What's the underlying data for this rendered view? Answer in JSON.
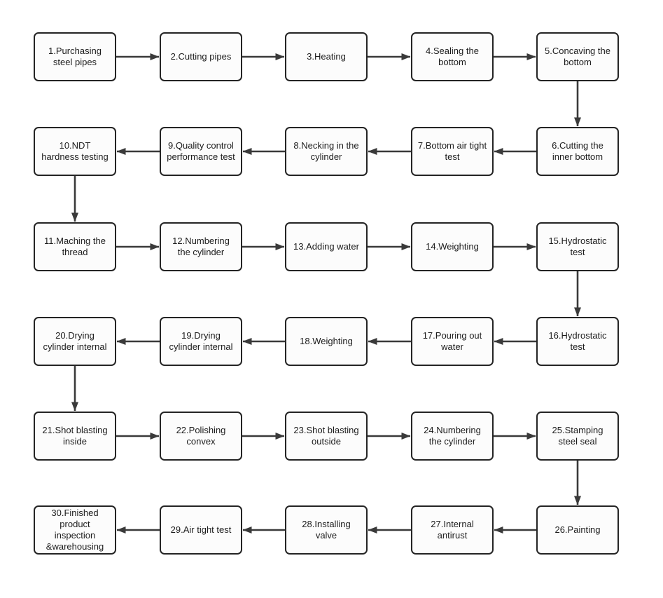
{
  "diagram": {
    "type": "flowchart",
    "description": "Gas cylinder manufacturing process flow, 30 steps in serpentine layout",
    "style": {
      "background_color": "#ffffff",
      "node_fill_color": "#fcfcfc",
      "node_border_color": "#242424",
      "arrow_color": "#3a3a3a",
      "text_color": "#1c1c1c"
    },
    "nodes": [
      {
        "id": 1,
        "label": "1.Purchasing\nsteel pipes",
        "row": 0,
        "col": 0
      },
      {
        "id": 2,
        "label": "2.Cutting pipes",
        "row": 0,
        "col": 1
      },
      {
        "id": 3,
        "label": "3.Heating",
        "row": 0,
        "col": 2
      },
      {
        "id": 4,
        "label": "4.Sealing the\nbottom",
        "row": 0,
        "col": 3
      },
      {
        "id": 5,
        "label": "5.Concaving the\nbottom",
        "row": 0,
        "col": 4
      },
      {
        "id": 6,
        "label": "6.Cutting the\ninner bottom",
        "row": 1,
        "col": 4
      },
      {
        "id": 7,
        "label": "7.Bottom air tight\ntest",
        "row": 1,
        "col": 3
      },
      {
        "id": 8,
        "label": "8.Necking in the\ncylinder",
        "row": 1,
        "col": 2
      },
      {
        "id": 9,
        "label": "9.Quality control\nperformance test",
        "row": 1,
        "col": 1
      },
      {
        "id": 10,
        "label": "10.NDT\nhardness testing",
        "row": 1,
        "col": 0
      },
      {
        "id": 11,
        "label": "11.Maching the\nthread",
        "row": 2,
        "col": 0
      },
      {
        "id": 12,
        "label": "12.Numbering\nthe cylinder",
        "row": 2,
        "col": 1
      },
      {
        "id": 13,
        "label": "13.Adding water",
        "row": 2,
        "col": 2
      },
      {
        "id": 14,
        "label": "14.Weighting",
        "row": 2,
        "col": 3
      },
      {
        "id": 15,
        "label": "15.Hydrostatic\ntest",
        "row": 2,
        "col": 4
      },
      {
        "id": 16,
        "label": "16.Hydrostatic\ntest",
        "row": 3,
        "col": 4
      },
      {
        "id": 17,
        "label": "17.Pouring out\nwater",
        "row": 3,
        "col": 3
      },
      {
        "id": 18,
        "label": "18.Weighting",
        "row": 3,
        "col": 2
      },
      {
        "id": 19,
        "label": "19.Drying\ncylinder internal",
        "row": 3,
        "col": 1
      },
      {
        "id": 20,
        "label": "20.Drying\ncylinder internal",
        "row": 3,
        "col": 0
      },
      {
        "id": 21,
        "label": "21.Shot blasting\ninside",
        "row": 4,
        "col": 0
      },
      {
        "id": 22,
        "label": "22.Polishing\nconvex",
        "row": 4,
        "col": 1
      },
      {
        "id": 23,
        "label": "23.Shot blasting\noutside",
        "row": 4,
        "col": 2
      },
      {
        "id": 24,
        "label": "24.Numbering\nthe cylinder",
        "row": 4,
        "col": 3
      },
      {
        "id": 25,
        "label": "25.Stamping\nsteel seal",
        "row": 4,
        "col": 4
      },
      {
        "id": 26,
        "label": "26.Painting",
        "row": 5,
        "col": 4
      },
      {
        "id": 27,
        "label": "27.Internal\nantirust",
        "row": 5,
        "col": 3
      },
      {
        "id": 28,
        "label": "28.Installing\nvalve",
        "row": 5,
        "col": 2
      },
      {
        "id": 29,
        "label": "29.Air tight test",
        "row": 5,
        "col": 1
      },
      {
        "id": 30,
        "label": "30.Finished\nproduct\ninspection\n&warehousing",
        "row": 5,
        "col": 0
      }
    ],
    "edges": [
      {
        "from": 1,
        "to": 2
      },
      {
        "from": 2,
        "to": 3
      },
      {
        "from": 3,
        "to": 4
      },
      {
        "from": 4,
        "to": 5
      },
      {
        "from": 5,
        "to": 6
      },
      {
        "from": 6,
        "to": 7
      },
      {
        "from": 7,
        "to": 8
      },
      {
        "from": 8,
        "to": 9
      },
      {
        "from": 9,
        "to": 10
      },
      {
        "from": 10,
        "to": 11
      },
      {
        "from": 11,
        "to": 12
      },
      {
        "from": 12,
        "to": 13
      },
      {
        "from": 13,
        "to": 14
      },
      {
        "from": 14,
        "to": 15
      },
      {
        "from": 15,
        "to": 16
      },
      {
        "from": 16,
        "to": 17
      },
      {
        "from": 17,
        "to": 18
      },
      {
        "from": 18,
        "to": 19
      },
      {
        "from": 19,
        "to": 20
      },
      {
        "from": 20,
        "to": 21
      },
      {
        "from": 21,
        "to": 22
      },
      {
        "from": 22,
        "to": 23
      },
      {
        "from": 23,
        "to": 24
      },
      {
        "from": 24,
        "to": 25
      },
      {
        "from": 25,
        "to": 26
      },
      {
        "from": 26,
        "to": 27
      },
      {
        "from": 27,
        "to": 28
      },
      {
        "from": 28,
        "to": 29
      },
      {
        "from": 29,
        "to": 30
      }
    ]
  }
}
